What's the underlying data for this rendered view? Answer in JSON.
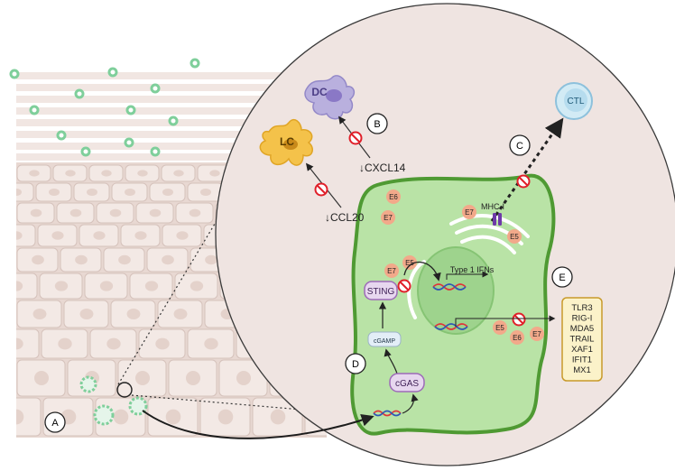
{
  "labels": {
    "dc": "DC",
    "lc": "LC",
    "ctl": "CTL",
    "cxcl14": "↓CXCL14",
    "ccl20": "↓CCL20",
    "mhc": "MHC-I",
    "type1ifn": "Type 1 IFNs",
    "sting": "STING",
    "cgamp": "cGAMP",
    "cgas": "cGAS"
  },
  "markers": {
    "a": "A",
    "b": "B",
    "c": "C",
    "d": "D",
    "e": "E"
  },
  "oncoproteins": {
    "e5": "E5",
    "e6": "E6",
    "e7": "E7"
  },
  "isg_genes": [
    "TLR3",
    "RIG-I",
    "MDA5",
    "TRAIL",
    "XAF1",
    "IFIT1",
    "MX1"
  ],
  "colors": {
    "zoom_circle": "#efe4e1",
    "cell_fill": "#b9e3a6",
    "cell_border": "#4f9a33",
    "oncoprotein": "#f2a98a",
    "inhibit": "#e0202a",
    "isg_box": "#fbf2c9",
    "isg_border": "#c89a2a",
    "tissue": "#ecdcd6"
  }
}
